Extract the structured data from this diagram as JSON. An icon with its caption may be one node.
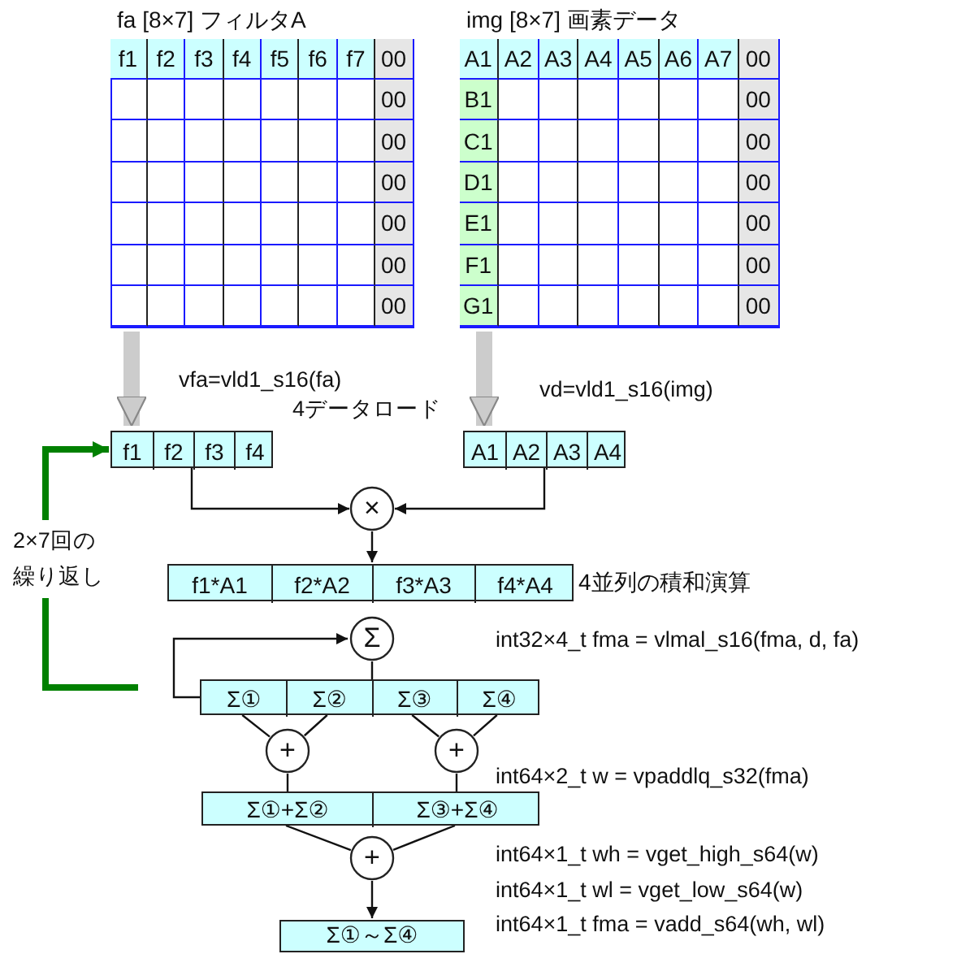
{
  "diagram": {
    "nodes": [
      {
        "text": [
          "fa [8×7] フィルタA"
        ]
      },
      {
        "text": [
          "img [8×7] 画素データ"
        ]
      },
      {
        "text": [],
        "shape": "box"
      },
      {
        "text": [
          "f1"
        ],
        "in": 2
      },
      {
        "text": [
          "f2"
        ],
        "in": 2
      },
      {
        "text": [
          "f3"
        ],
        "in": 2
      },
      {
        "text": [
          "f4"
        ],
        "in": 2
      },
      {
        "text": [],
        "shape": "box"
      },
      {
        "text": [
          "A1"
        ],
        "in": 7
      },
      {
        "text": [
          "A2"
        ],
        "in": 7
      },
      {
        "text": [
          "A3"
        ],
        "in": 7
      },
      {
        "text": [
          "A4"
        ],
        "in": 7
      },
      {
        "text": [
          "×"
        ]
      },
      {
        "text": [],
        "shape": "box",
        "beside": [
          "4並列の積和演算"
        ]
      },
      {
        "text": [
          "f1*A1"
        ],
        "in": 13
      },
      {
        "text": [
          "f2*A2"
        ],
        "in": 13
      },
      {
        "text": [
          "f3*A3"
        ],
        "in": 13
      },
      {
        "text": [
          "f4*A4"
        ],
        "in": 13
      },
      {
        "text": [
          "Σ"
        ]
      },
      {
        "text": [],
        "shape": "box"
      },
      {
        "text": [
          "Σ①"
        ],
        "in": 19
      },
      {
        "text": [
          "Σ②"
        ],
        "in": 19
      },
      {
        "text": [
          "Σ③"
        ],
        "in": 19
      },
      {
        "text": [
          "Σ④"
        ],
        "in": 19
      },
      {
        "text": [
          "+"
        ]
      },
      {
        "text": [
          "+"
        ]
      },
      {
        "text": [],
        "shape": "box"
      },
      {
        "text": [
          "Σ①+Σ②"
        ],
        "in": 26
      },
      {
        "text": [
          "Σ③+Σ④"
        ],
        "in": 26
      },
      {
        "text": [
          "+"
        ]
      },
      {
        "text": [
          "Σ①～Σ④"
        ]
      }
    ],
    "edges": [
      {
        "from": 0,
        "to": 2,
        "arrow": "to",
        "label": "vfa=vld1_s16(fa)",
        "style": "thick",
        "color": "#cccccc"
      },
      {
        "from": 1,
        "to": 7,
        "arrow": "to",
        "label": "vd=vld1_s16(img)",
        "style": "thick",
        "color": "#cccccc"
      },
      {
        "from": 2,
        "to": 12,
        "arrow": "to"
      },
      {
        "from": 7,
        "to": 12,
        "arrow": "to"
      },
      {
        "from": 12,
        "to": 13,
        "arrow": "to"
      },
      {
        "from": 19,
        "to": 18,
        "arrow": "to"
      },
      {
        "from": 18,
        "to": 19,
        "arrow": "none"
      },
      {
        "from": 20,
        "to": 24,
        "arrow": "none"
      },
      {
        "from": 21,
        "to": 24,
        "arrow": "none"
      },
      {
        "from": 22,
        "to": 25,
        "arrow": "none"
      },
      {
        "from": 23,
        "to": 25,
        "arrow": "none"
      },
      {
        "from": 24,
        "to": 27,
        "arrow": "none"
      },
      {
        "from": 25,
        "to": 28,
        "arrow": "none"
      },
      {
        "from": 27,
        "to": 29,
        "arrow": "none"
      },
      {
        "from": 28,
        "to": 29,
        "arrow": "none"
      },
      {
        "from": 29,
        "to": 30,
        "arrow": "to"
      },
      {
        "from": null,
        "to": 2,
        "arrow": "to",
        "label": "2×7回の繰り返し",
        "style": "thick",
        "color": "#008000"
      }
    ],
    "labels": [
      "f1",
      "f2",
      "f3",
      "f4",
      "f5",
      "f6",
      "f7",
      "00",
      "00",
      "00",
      "00",
      "00",
      "00",
      "00",
      "A1",
      "A2",
      "A3",
      "A4",
      "A5",
      "A6",
      "A7",
      "00",
      "B1",
      "00",
      "C1",
      "00",
      "D1",
      "00",
      "E1",
      "00",
      "F1",
      "00",
      "G1",
      "00",
      "4データロード",
      "int32×4_t fma = vlmal_s16(fma, d, fa)",
      "int64×2_t w = vpaddlq_s32(fma)",
      "int64×1_t wh = vget_high_s64(w)",
      "int64×1_t wl = vget_low_s64(w)",
      "int64×1_t fma = vadd_s64(wh, wl)"
    ]
  }
}
